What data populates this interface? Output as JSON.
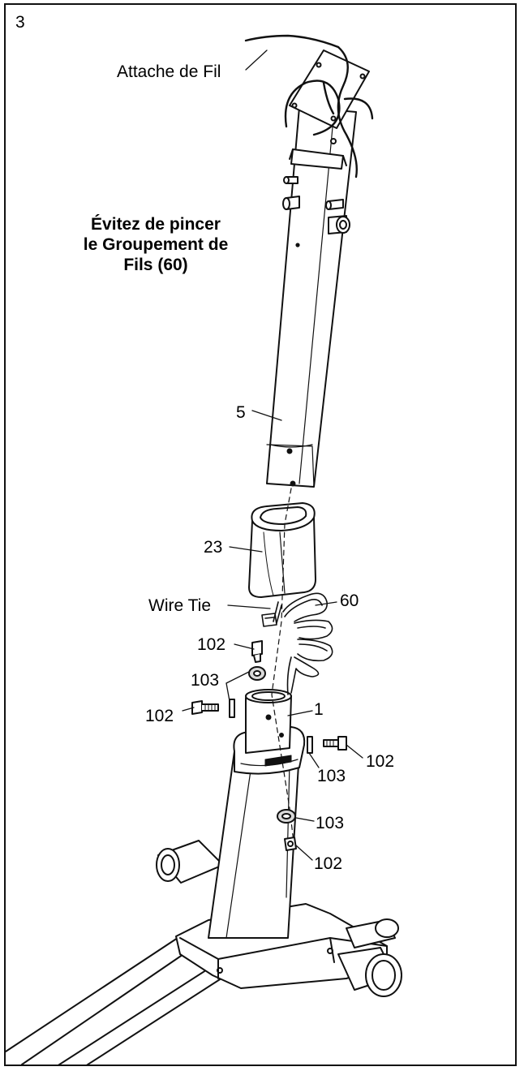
{
  "step_number": "3",
  "warning": {
    "lines": [
      "Évitez de pincer",
      "le Groupement de",
      "Fils (60)"
    ]
  },
  "labels": {
    "attache_de_fil": "Attache de Fil",
    "part_5": "5",
    "part_23": "23",
    "wire_tie": "Wire Tie",
    "part_60": "60",
    "part_102_a": "102",
    "part_103_a": "103",
    "part_102_b": "102",
    "part_1": "1",
    "part_102_c": "102",
    "part_103_b": "103",
    "part_103_c": "103",
    "part_102_d": "102"
  },
  "colors": {
    "line": "#111111",
    "fill": "#ffffff",
    "shade": "#d9d9d9"
  }
}
